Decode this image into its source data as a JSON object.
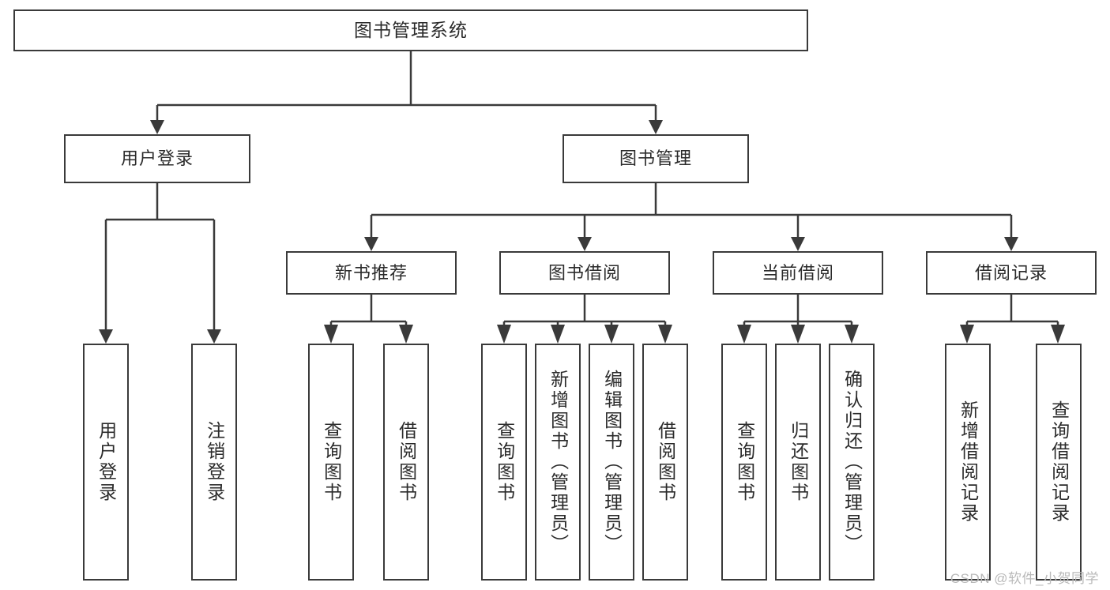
{
  "diagram": {
    "title": "图书管理系统",
    "watermark": "CSDN @软件_小贺同学",
    "colors": {
      "stroke": "#3a3a3a",
      "text": "#2b2b2b",
      "background": "#ffffff",
      "watermark": "#b9b9b9"
    },
    "root": {
      "label": "图书管理系统"
    },
    "level2": [
      {
        "label": "用户登录"
      },
      {
        "label": "图书管理"
      }
    ],
    "level3": [
      {
        "label": "新书推荐"
      },
      {
        "label": "图书借阅"
      },
      {
        "label": "当前借阅"
      },
      {
        "label": "借阅记录"
      }
    ],
    "leaves": [
      {
        "label": "用户登录"
      },
      {
        "label": "注销登录"
      },
      {
        "label": "查询图书"
      },
      {
        "label": "借阅图书"
      },
      {
        "label": "查询图书"
      },
      {
        "label": "新增图书（管理员）"
      },
      {
        "label": "编辑图书（管理员）"
      },
      {
        "label": "借阅图书"
      },
      {
        "label": "查询图书"
      },
      {
        "label": "归还图书"
      },
      {
        "label": "确认归还（管理员）"
      },
      {
        "label": "新增借阅记录"
      },
      {
        "label": "查询借阅记录"
      }
    ]
  }
}
